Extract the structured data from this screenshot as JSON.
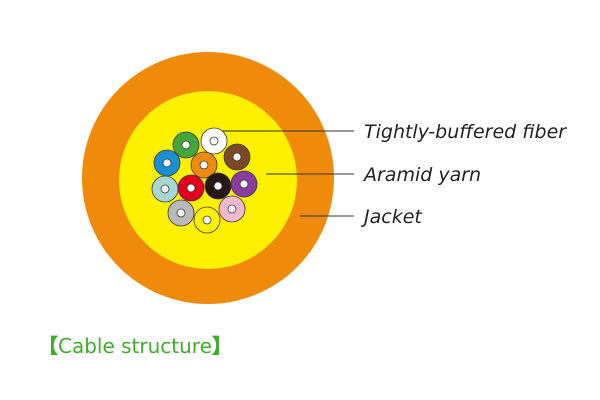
{
  "diagram": {
    "jacket_color": "#f08a0a",
    "aramid_color": "#fff000",
    "fiber_core_color": "#ffffff",
    "line_color": "#333333",
    "labels": {
      "fiber": "Tightly-buffered fiber",
      "aramid": "Aramid yarn",
      "jacket": "Jacket"
    },
    "fibers": [
      {
        "color": "#ffffff"
      },
      {
        "color": "#7a4a24"
      },
      {
        "color": "#8a3b9e"
      },
      {
        "color": "#f3b8cf"
      },
      {
        "color": "#ffef00"
      },
      {
        "color": "#b9b9b9"
      },
      {
        "color": "#a8d7d2"
      },
      {
        "color": "#1a8fd6"
      },
      {
        "color": "#43a63a"
      },
      {
        "color": "#f08a0a"
      },
      {
        "color": "#e2001a"
      },
      {
        "color": "#231815"
      }
    ]
  },
  "caption": {
    "open_bracket": "【",
    "text": "Cable structure",
    "close_bracket": "】",
    "color": "#3eae2a"
  }
}
